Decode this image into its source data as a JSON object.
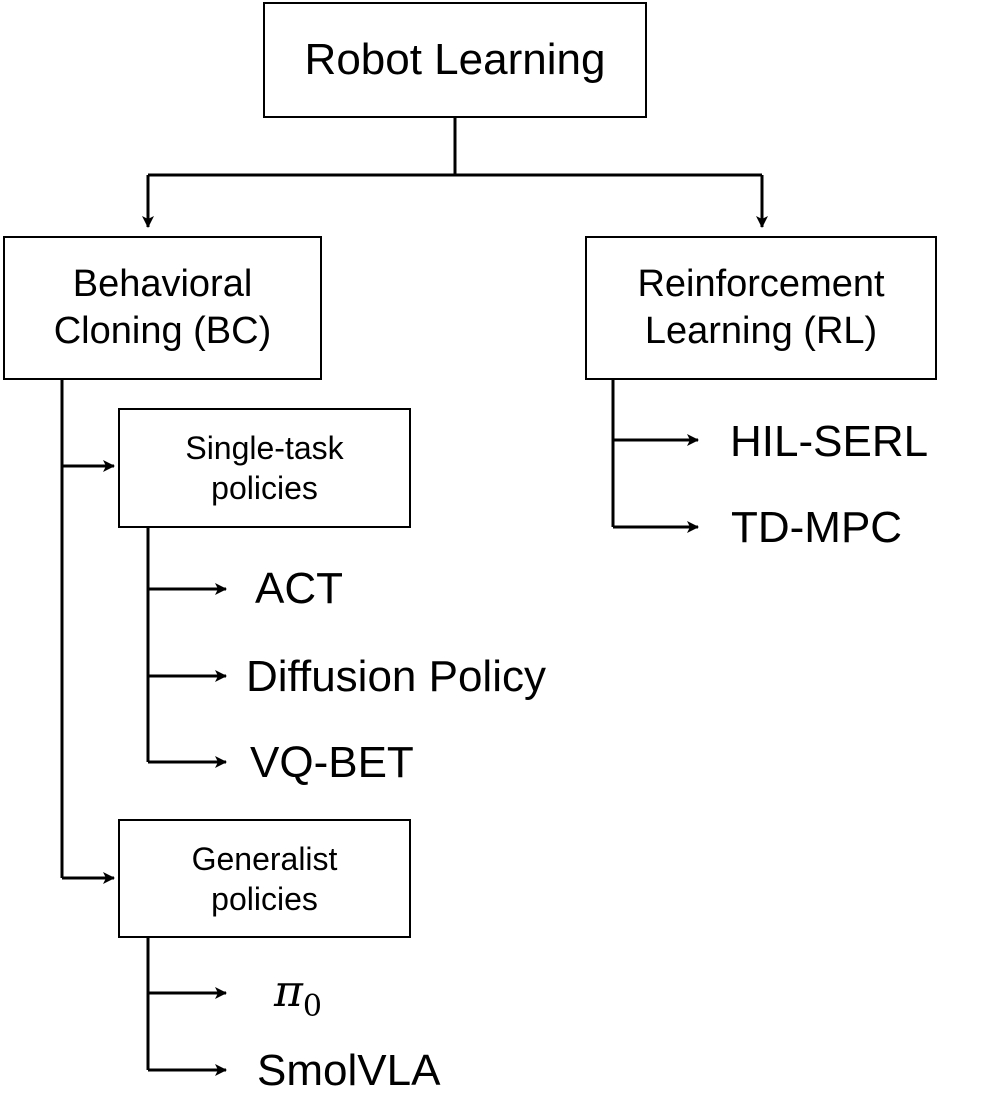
{
  "root": {
    "label": "Robot Learning"
  },
  "behavioral_cloning": {
    "line1": "Behavioral",
    "line2": "Cloning (BC)",
    "single_task": {
      "line1": "Single-task",
      "line2": "policies",
      "methods": [
        "ACT",
        "Diffusion Policy",
        "VQ-BET"
      ]
    },
    "generalist": {
      "line1": "Generalist",
      "line2": "policies",
      "methods": {
        "pi_symbol": "π",
        "pi_subscript": "0",
        "smolvla": "SmolVLA"
      }
    }
  },
  "reinforcement_learning": {
    "line1": "Reinforcement",
    "line2": "Learning (RL)",
    "methods": [
      "HIL-SERL",
      "TD-MPC"
    ]
  }
}
